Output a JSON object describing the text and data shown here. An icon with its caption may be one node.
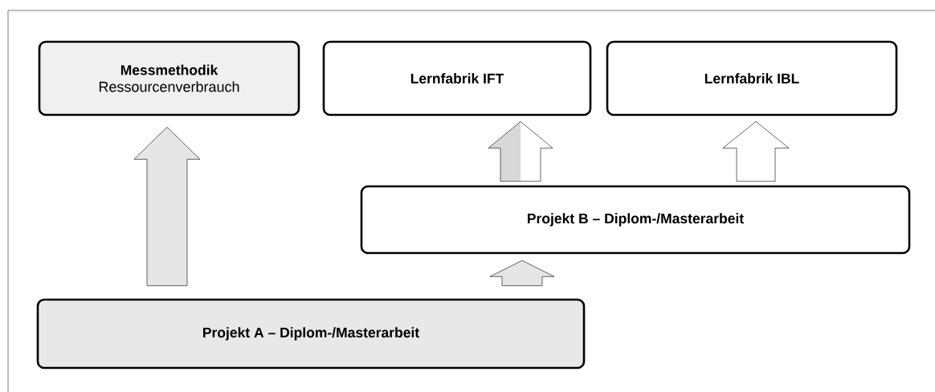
{
  "diagram": {
    "nodes": [
      {
        "text": [
          "Messmethodik",
          "Ressourcenverbrauch"
        ]
      },
      {
        "text": [
          "Lernfabrik IFT"
        ]
      },
      {
        "text": [
          "Lernfabrik IBL"
        ]
      },
      {
        "text": [
          "Projekt B – Diplom-/Masterarbeit"
        ]
      },
      {
        "text": [
          "Projekt A – Diplom-/Masterarbeit"
        ]
      }
    ],
    "edges": [
      {
        "from": 4,
        "to": 0,
        "arrow": "to"
      },
      {
        "from": 3,
        "to": 1,
        "arrow": "to"
      },
      {
        "from": 3,
        "to": 2,
        "arrow": "to"
      },
      {
        "from": 4,
        "to": 3,
        "arrow": "to"
      }
    ]
  }
}
